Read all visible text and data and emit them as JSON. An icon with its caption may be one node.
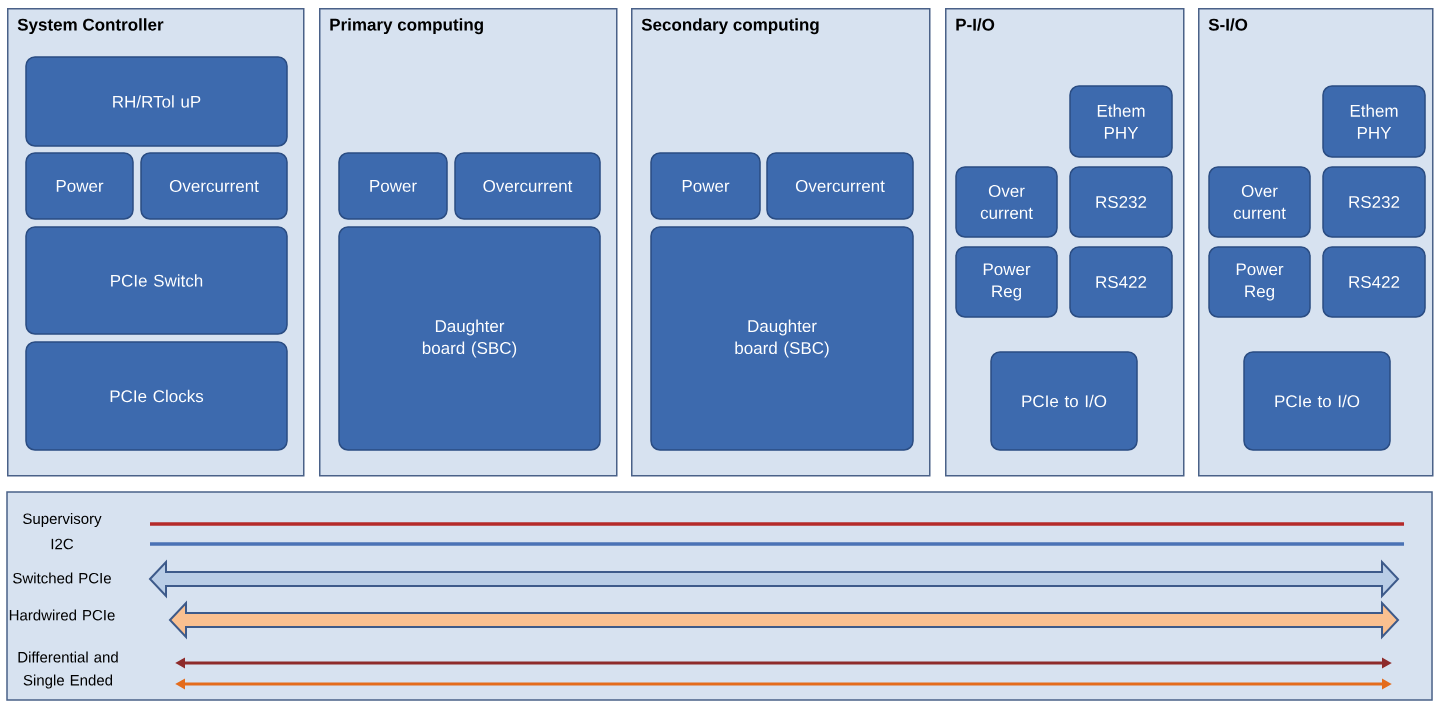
{
  "diagram": {
    "nodes": [
      {
        "text": [
          "System Controller"
        ]
      },
      {
        "text": [
          "RH/RTol uP"
        ],
        "in": 0
      },
      {
        "text": [
          "Power"
        ],
        "in": 0
      },
      {
        "text": [
          "Overcurrent"
        ],
        "in": 0
      },
      {
        "text": [
          "PCIe Switch"
        ],
        "in": 0
      },
      {
        "text": [
          "PCIe Clocks"
        ],
        "in": 0
      },
      {
        "text": [
          "Primary computing"
        ]
      },
      {
        "text": [
          "Power"
        ],
        "in": 6
      },
      {
        "text": [
          "Overcurrent"
        ],
        "in": 6
      },
      {
        "text": [
          "Daughter board (SBC)"
        ],
        "in": 6
      },
      {
        "text": [
          "Secondary computing"
        ]
      },
      {
        "text": [
          "Power"
        ],
        "in": 10
      },
      {
        "text": [
          "Overcurrent"
        ],
        "in": 10
      },
      {
        "text": [
          "Daughter board (SBC)"
        ],
        "in": 10
      },
      {
        "text": [
          "P-I/O"
        ]
      },
      {
        "text": [
          "Ethem PHY"
        ],
        "in": 14
      },
      {
        "text": [
          "Over current"
        ],
        "in": 14
      },
      {
        "text": [
          "RS232"
        ],
        "in": 14
      },
      {
        "text": [
          "Power Reg"
        ],
        "in": 14
      },
      {
        "text": [
          "RS422"
        ],
        "in": 14
      },
      {
        "text": [
          "PCIe to I/O"
        ],
        "in": 14
      },
      {
        "text": [
          "S-I/O"
        ]
      },
      {
        "text": [
          "Ethem PHY"
        ],
        "in": 21
      },
      {
        "text": [
          "Over current"
        ],
        "in": 21
      },
      {
        "text": [
          "RS232"
        ],
        "in": 21
      },
      {
        "text": [
          "Power Reg"
        ],
        "in": 21
      },
      {
        "text": [
          "RS422"
        ],
        "in": 21
      },
      {
        "text": [
          "PCIe to I/O"
        ],
        "in": 21
      }
    ],
    "legend": [
      {
        "text": "Supervisory"
      },
      {
        "text": "I2C"
      },
      {
        "text": "Switched PCIe"
      },
      {
        "text": "Hardwired PCIe"
      },
      {
        "text": "Differential and Single Ended"
      }
    ]
  }
}
